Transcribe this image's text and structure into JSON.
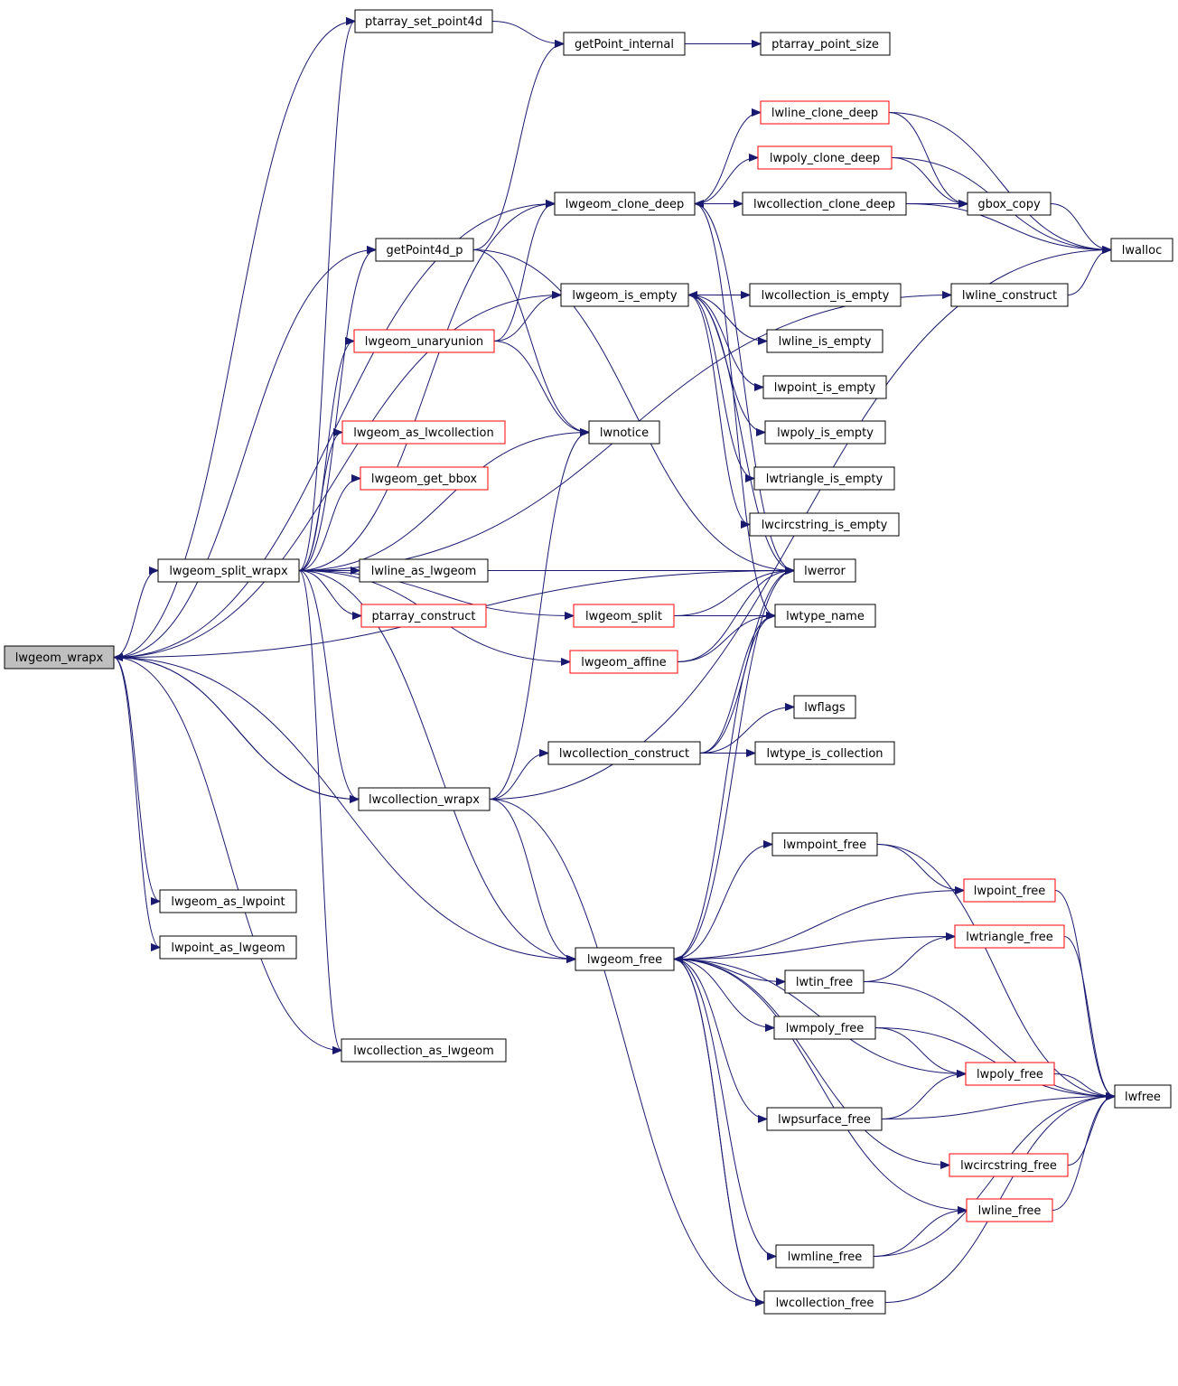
{
  "colors": {
    "edge": "#191970",
    "node_border": "#000000",
    "truncated_border": "#ff0000",
    "root_fill": "#bfbfbf",
    "node_fill": "#ffffff"
  },
  "nodes": [
    {
      "id": "lwgeom_wrapx",
      "label": "lwgeom_wrapx",
      "style": "root"
    },
    {
      "id": "ptarray_set_point4d",
      "label": "ptarray_set_point4d",
      "style": "normal"
    },
    {
      "id": "getPoint_internal",
      "label": "getPoint_internal",
      "style": "normal"
    },
    {
      "id": "ptarray_point_size",
      "label": "ptarray_point_size",
      "style": "normal"
    },
    {
      "id": "lwline_clone_deep",
      "label": "lwline_clone_deep",
      "style": "truncated"
    },
    {
      "id": "lwpoly_clone_deep",
      "label": "lwpoly_clone_deep",
      "style": "truncated"
    },
    {
      "id": "lwgeom_clone_deep",
      "label": "lwgeom_clone_deep",
      "style": "normal"
    },
    {
      "id": "lwcollection_clone_deep",
      "label": "lwcollection_clone_deep",
      "style": "normal"
    },
    {
      "id": "gbox_copy",
      "label": "gbox_copy",
      "style": "normal"
    },
    {
      "id": "lwalloc",
      "label": "lwalloc",
      "style": "normal"
    },
    {
      "id": "getPoint4d_p",
      "label": "getPoint4d_p",
      "style": "normal"
    },
    {
      "id": "lwgeom_is_empty",
      "label": "lwgeom_is_empty",
      "style": "normal"
    },
    {
      "id": "lwcollection_is_empty",
      "label": "lwcollection_is_empty",
      "style": "normal"
    },
    {
      "id": "lwline_construct",
      "label": "lwline_construct",
      "style": "normal"
    },
    {
      "id": "lwgeom_unaryunion",
      "label": "lwgeom_unaryunion",
      "style": "truncated"
    },
    {
      "id": "lwline_is_empty",
      "label": "lwline_is_empty",
      "style": "normal"
    },
    {
      "id": "lwpoint_is_empty",
      "label": "lwpoint_is_empty",
      "style": "normal"
    },
    {
      "id": "lwgeom_as_lwcollection",
      "label": "lwgeom_as_lwcollection",
      "style": "truncated"
    },
    {
      "id": "lwnotice",
      "label": "lwnotice",
      "style": "normal"
    },
    {
      "id": "lwpoly_is_empty",
      "label": "lwpoly_is_empty",
      "style": "normal"
    },
    {
      "id": "lwgeom_get_bbox",
      "label": "lwgeom_get_bbox",
      "style": "truncated"
    },
    {
      "id": "lwtriangle_is_empty",
      "label": "lwtriangle_is_empty",
      "style": "normal"
    },
    {
      "id": "lwcircstring_is_empty",
      "label": "lwcircstring_is_empty",
      "style": "normal"
    },
    {
      "id": "lwgeom_split_wrapx",
      "label": "lwgeom_split_wrapx",
      "style": "normal"
    },
    {
      "id": "lwline_as_lwgeom",
      "label": "lwline_as_lwgeom",
      "style": "normal"
    },
    {
      "id": "lwerror",
      "label": "lwerror",
      "style": "normal"
    },
    {
      "id": "ptarray_construct",
      "label": "ptarray_construct",
      "style": "truncated"
    },
    {
      "id": "lwgeom_split",
      "label": "lwgeom_split",
      "style": "truncated"
    },
    {
      "id": "lwtype_name",
      "label": "lwtype_name",
      "style": "normal"
    },
    {
      "id": "lwgeom_affine",
      "label": "lwgeom_affine",
      "style": "truncated"
    },
    {
      "id": "lwflags",
      "label": "lwflags",
      "style": "normal"
    },
    {
      "id": "lwcollection_construct",
      "label": "lwcollection_construct",
      "style": "normal"
    },
    {
      "id": "lwtype_is_collection",
      "label": "lwtype_is_collection",
      "style": "normal"
    },
    {
      "id": "lwcollection_wrapx",
      "label": "lwcollection_wrapx",
      "style": "normal"
    },
    {
      "id": "lwmpoint_free",
      "label": "lwmpoint_free",
      "style": "normal"
    },
    {
      "id": "lwpoint_free",
      "label": "lwpoint_free",
      "style": "truncated"
    },
    {
      "id": "lwgeom_as_lwpoint",
      "label": "lwgeom_as_lwpoint",
      "style": "normal"
    },
    {
      "id": "lwtriangle_free",
      "label": "lwtriangle_free",
      "style": "truncated"
    },
    {
      "id": "lwpoint_as_lwgeom",
      "label": "lwpoint_as_lwgeom",
      "style": "normal"
    },
    {
      "id": "lwgeom_free",
      "label": "lwgeom_free",
      "style": "normal"
    },
    {
      "id": "lwtin_free",
      "label": "lwtin_free",
      "style": "normal"
    },
    {
      "id": "lwmpoly_free",
      "label": "lwmpoly_free",
      "style": "normal"
    },
    {
      "id": "lwcollection_as_lwgeom",
      "label": "lwcollection_as_lwgeom",
      "style": "normal"
    },
    {
      "id": "lwpoly_free",
      "label": "lwpoly_free",
      "style": "truncated"
    },
    {
      "id": "lwfree",
      "label": "lwfree",
      "style": "normal"
    },
    {
      "id": "lwpsurface_free",
      "label": "lwpsurface_free",
      "style": "normal"
    },
    {
      "id": "lwcircstring_free",
      "label": "lwcircstring_free",
      "style": "truncated"
    },
    {
      "id": "lwline_free",
      "label": "lwline_free",
      "style": "truncated"
    },
    {
      "id": "lwmline_free",
      "label": "lwmline_free",
      "style": "normal"
    },
    {
      "id": "lwcollection_free",
      "label": "lwcollection_free",
      "style": "normal"
    }
  ],
  "edges": [
    [
      "lwgeom_wrapx",
      "ptarray_set_point4d"
    ],
    [
      "lwgeom_wrapx",
      "lwgeom_clone_deep"
    ],
    [
      "lwgeom_wrapx",
      "getPoint4d_p"
    ],
    [
      "lwgeom_wrapx",
      "lwgeom_is_empty"
    ],
    [
      "lwgeom_wrapx",
      "lwerror"
    ],
    [
      "lwgeom_wrapx",
      "lwgeom_split_wrapx"
    ],
    [
      "lwgeom_wrapx",
      "lwcollection_wrapx"
    ],
    [
      "lwgeom_wrapx",
      "lwgeom_as_lwpoint"
    ],
    [
      "lwgeom_wrapx",
      "lwpoint_as_lwgeom"
    ],
    [
      "lwgeom_wrapx",
      "lwcollection_as_lwgeom"
    ],
    [
      "lwgeom_wrapx",
      "lwgeom_free"
    ],
    [
      "ptarray_set_point4d",
      "getPoint_internal"
    ],
    [
      "getPoint_internal",
      "ptarray_point_size"
    ],
    [
      "getPoint4d_p",
      "getPoint_internal"
    ],
    [
      "getPoint4d_p",
      "lwnotice"
    ],
    [
      "getPoint4d_p",
      "lwerror"
    ],
    [
      "lwgeom_clone_deep",
      "lwline_clone_deep"
    ],
    [
      "lwgeom_clone_deep",
      "lwpoly_clone_deep"
    ],
    [
      "lwgeom_clone_deep",
      "lwcollection_clone_deep"
    ],
    [
      "lwgeom_clone_deep",
      "lwerror"
    ],
    [
      "lwgeom_clone_deep",
      "lwtype_name"
    ],
    [
      "lwcollection_clone_deep",
      "lwgeom_clone_deep"
    ],
    [
      "lwcollection_clone_deep",
      "gbox_copy"
    ],
    [
      "lwcollection_clone_deep",
      "lwalloc"
    ],
    [
      "lwline_clone_deep",
      "gbox_copy"
    ],
    [
      "lwline_clone_deep",
      "lwalloc"
    ],
    [
      "lwpoly_clone_deep",
      "gbox_copy"
    ],
    [
      "lwpoly_clone_deep",
      "lwalloc"
    ],
    [
      "gbox_copy",
      "lwalloc"
    ],
    [
      "lwline_construct",
      "lwalloc"
    ],
    [
      "lwgeom_is_empty",
      "lwline_is_empty"
    ],
    [
      "lwgeom_is_empty",
      "lwpoint_is_empty"
    ],
    [
      "lwgeom_is_empty",
      "lwpoly_is_empty"
    ],
    [
      "lwgeom_is_empty",
      "lwtriangle_is_empty"
    ],
    [
      "lwgeom_is_empty",
      "lwcircstring_is_empty"
    ],
    [
      "lwgeom_is_empty",
      "lwcollection_is_empty"
    ],
    [
      "lwgeom_is_empty",
      "lwerror"
    ],
    [
      "lwcollection_is_empty",
      "lwgeom_is_empty"
    ],
    [
      "lwgeom_split_wrapx",
      "ptarray_set_point4d"
    ],
    [
      "lwgeom_split_wrapx",
      "lwgeom_clone_deep"
    ],
    [
      "lwgeom_split_wrapx",
      "getPoint4d_p"
    ],
    [
      "lwgeom_split_wrapx",
      "lwline_construct"
    ],
    [
      "lwgeom_split_wrapx",
      "lwgeom_unaryunion"
    ],
    [
      "lwgeom_split_wrapx",
      "lwnotice"
    ],
    [
      "lwgeom_split_wrapx",
      "lwgeom_as_lwcollection"
    ],
    [
      "lwgeom_split_wrapx",
      "lwgeom_get_bbox"
    ],
    [
      "lwgeom_split_wrapx",
      "lwline_as_lwgeom"
    ],
    [
      "lwgeom_split_wrapx",
      "lwerror"
    ],
    [
      "lwgeom_split_wrapx",
      "ptarray_construct"
    ],
    [
      "lwgeom_split_wrapx",
      "lwgeom_split"
    ],
    [
      "lwgeom_split_wrapx",
      "lwgeom_affine"
    ],
    [
      "lwgeom_split_wrapx",
      "lwcollection_wrapx"
    ],
    [
      "lwgeom_split_wrapx",
      "lwcollection_as_lwgeom"
    ],
    [
      "lwgeom_split_wrapx",
      "lwgeom_free"
    ],
    [
      "lwgeom_unaryunion",
      "lwgeom_clone_deep"
    ],
    [
      "lwgeom_unaryunion",
      "lwgeom_is_empty"
    ],
    [
      "lwgeom_unaryunion",
      "lwnotice"
    ],
    [
      "lwgeom_split",
      "lwerror"
    ],
    [
      "lwgeom_split",
      "lwtype_name"
    ],
    [
      "lwgeom_affine",
      "lwerror"
    ],
    [
      "lwgeom_affine",
      "lwtype_name"
    ],
    [
      "lwcollection_construct",
      "lwflags"
    ],
    [
      "lwcollection_construct",
      "lwtype_is_collection"
    ],
    [
      "lwcollection_construct",
      "lwerror"
    ],
    [
      "lwcollection_construct",
      "lwtype_name"
    ],
    [
      "lwcollection_wrapx",
      "lwgeom_wrapx"
    ],
    [
      "lwcollection_wrapx",
      "lwnotice"
    ],
    [
      "lwcollection_wrapx",
      "lwcollection_construct"
    ],
    [
      "lwcollection_wrapx",
      "lwalloc"
    ],
    [
      "lwcollection_wrapx",
      "lwgeom_free"
    ],
    [
      "lwcollection_wrapx",
      "lwcollection_free"
    ],
    [
      "lwgeom_free",
      "lwmpoint_free"
    ],
    [
      "lwgeom_free",
      "lwpoint_free"
    ],
    [
      "lwgeom_free",
      "lwtriangle_free"
    ],
    [
      "lwgeom_free",
      "lwtin_free"
    ],
    [
      "lwgeom_free",
      "lwmpoly_free"
    ],
    [
      "lwgeom_free",
      "lwpoly_free"
    ],
    [
      "lwgeom_free",
      "lwpsurface_free"
    ],
    [
      "lwgeom_free",
      "lwcircstring_free"
    ],
    [
      "lwgeom_free",
      "lwline_free"
    ],
    [
      "lwgeom_free",
      "lwmline_free"
    ],
    [
      "lwgeom_free",
      "lwcollection_free"
    ],
    [
      "lwgeom_free",
      "lwerror"
    ],
    [
      "lwgeom_free",
      "lwtype_name"
    ],
    [
      "lwmpoint_free",
      "lwpoint_free"
    ],
    [
      "lwmpoint_free",
      "lwfree"
    ],
    [
      "lwpoint_free",
      "lwfree"
    ],
    [
      "lwtriangle_free",
      "lwfree"
    ],
    [
      "lwtin_free",
      "lwtriangle_free"
    ],
    [
      "lwtin_free",
      "lwfree"
    ],
    [
      "lwmpoly_free",
      "lwpoly_free"
    ],
    [
      "lwmpoly_free",
      "lwfree"
    ],
    [
      "lwpoly_free",
      "lwfree"
    ],
    [
      "lwpsurface_free",
      "lwpoly_free"
    ],
    [
      "lwpsurface_free",
      "lwfree"
    ],
    [
      "lwcircstring_free",
      "lwfree"
    ],
    [
      "lwline_free",
      "lwfree"
    ],
    [
      "lwmline_free",
      "lwline_free"
    ],
    [
      "lwmline_free",
      "lwfree"
    ],
    [
      "lwcollection_free",
      "lwgeom_free"
    ],
    [
      "lwcollection_free",
      "lwfree"
    ]
  ]
}
